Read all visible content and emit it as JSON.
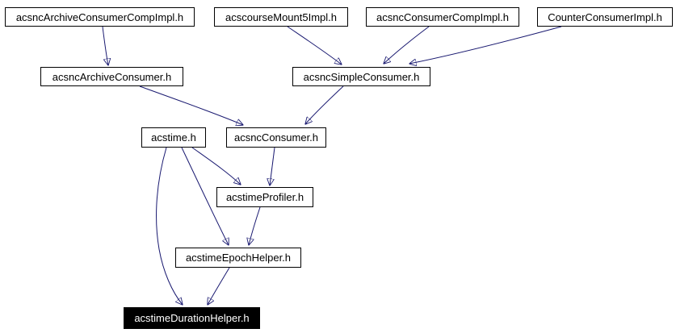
{
  "graph": {
    "type": "include-dependency-graph",
    "colors": {
      "background": "#ffffff",
      "edge": "#191970",
      "node_border": "#000000",
      "node_fill": "#ffffff",
      "node_text": "#000000",
      "highlight_fill": "#000000",
      "highlight_text": "#ffffff"
    },
    "nodes": [
      {
        "id": "acsncArchiveConsumerCompImpl",
        "label": "acsncArchiveConsumerCompImpl.h",
        "highlighted": false
      },
      {
        "id": "acscourseMount5Impl",
        "label": "acscourseMount5Impl.h",
        "highlighted": false
      },
      {
        "id": "acsncConsumerCompImpl",
        "label": "acsncConsumerCompImpl.h",
        "highlighted": false
      },
      {
        "id": "CounterConsumerImpl",
        "label": "CounterConsumerImpl.h",
        "highlighted": false
      },
      {
        "id": "acsncArchiveConsumer",
        "label": "acsncArchiveConsumer.h",
        "highlighted": false
      },
      {
        "id": "acsncSimpleConsumer",
        "label": "acsncSimpleConsumer.h",
        "highlighted": false
      },
      {
        "id": "acstime",
        "label": "acstime.h",
        "highlighted": false
      },
      {
        "id": "acsncConsumer",
        "label": "acsncConsumer.h",
        "highlighted": false
      },
      {
        "id": "acstimeProfiler",
        "label": "acstimeProfiler.h",
        "highlighted": false
      },
      {
        "id": "acstimeEpochHelper",
        "label": "acstimeEpochHelper.h",
        "highlighted": false
      },
      {
        "id": "acstimeDurationHelper",
        "label": "acstimeDurationHelper.h",
        "highlighted": true
      }
    ],
    "edges": [
      {
        "from": "acsncArchiveConsumerCompImpl.h",
        "to": "acsncArchiveConsumer.h"
      },
      {
        "from": "acscourseMount5Impl.h",
        "to": "acsncSimpleConsumer.h"
      },
      {
        "from": "acsncConsumerCompImpl.h",
        "to": "acsncSimpleConsumer.h"
      },
      {
        "from": "CounterConsumerImpl.h",
        "to": "acsncSimpleConsumer.h"
      },
      {
        "from": "acsncArchiveConsumer.h",
        "to": "acsncConsumer.h"
      },
      {
        "from": "acsncSimpleConsumer.h",
        "to": "acsncConsumer.h"
      },
      {
        "from": "acstime.h",
        "to": "acstimeProfiler.h"
      },
      {
        "from": "acsncConsumer.h",
        "to": "acstimeProfiler.h"
      },
      {
        "from": "acstime.h",
        "to": "acstimeEpochHelper.h"
      },
      {
        "from": "acstimeProfiler.h",
        "to": "acstimeEpochHelper.h"
      },
      {
        "from": "acstime.h",
        "to": "acstimeDurationHelper.h"
      },
      {
        "from": "acstimeEpochHelper.h",
        "to": "acstimeDurationHelper.h"
      }
    ]
  }
}
